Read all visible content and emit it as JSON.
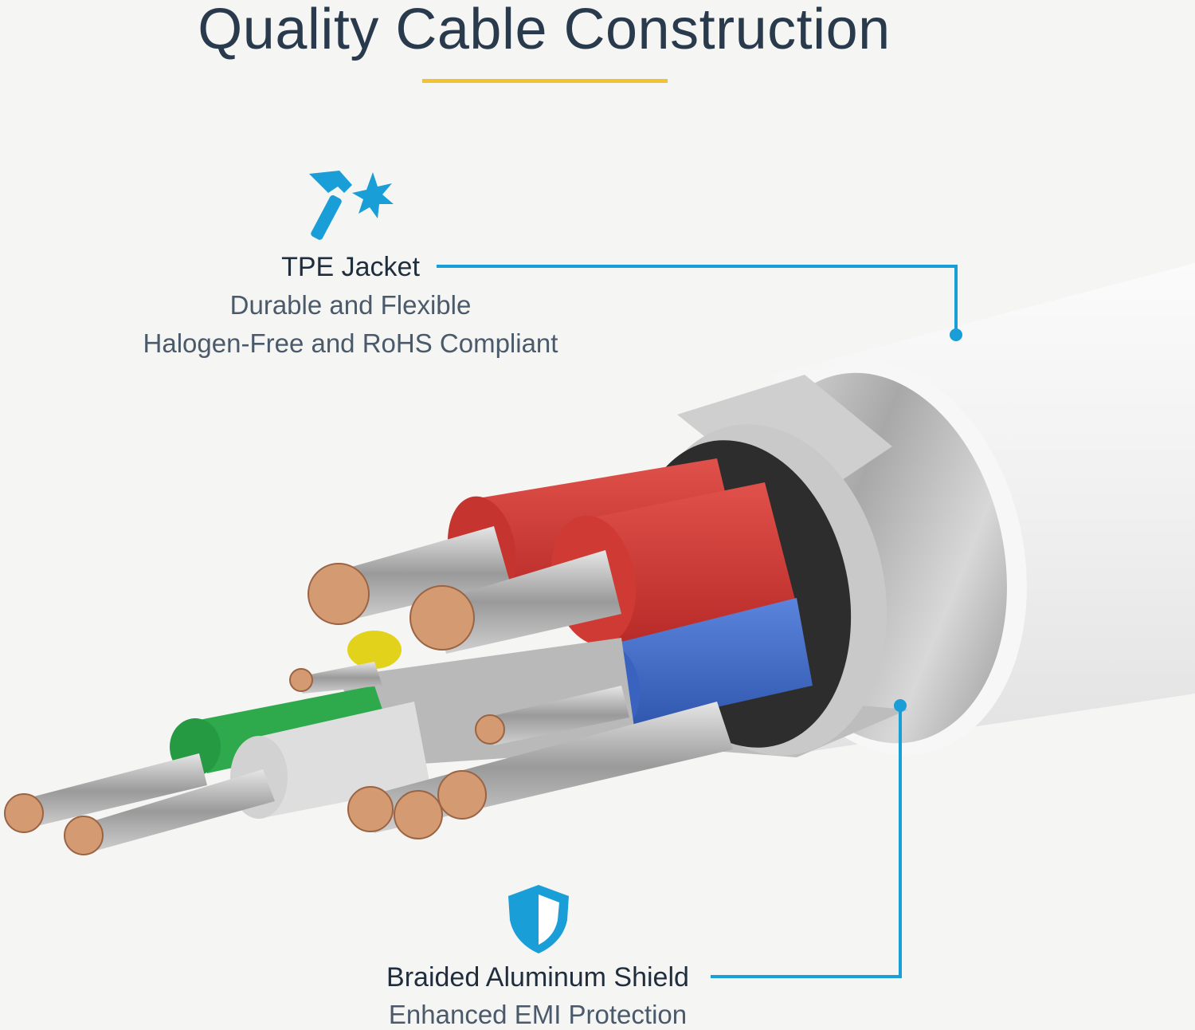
{
  "header": {
    "title": "Quality Cable Construction"
  },
  "callouts": {
    "jacket": {
      "icon": "hammer-star-icon",
      "title": "TPE Jacket",
      "line1": "Durable and Flexible",
      "line2": "Halogen-Free and RoHS Compliant"
    },
    "shield": {
      "icon": "shield-icon",
      "title": "Braided Aluminum Shield",
      "line1": "Enhanced EMI Protection"
    }
  },
  "colors": {
    "accent": "#1a9ed8",
    "underline": "#f1c232",
    "conductor_red": "#d93a36",
    "conductor_blue": "#3f6bc9",
    "conductor_green": "#2eaa4c",
    "conductor_yellow": "#e6d21a",
    "conductor_white": "#e3e3e3",
    "copper": "#d49a72",
    "jacket": "#f2f2f2",
    "braid": "#b8b8b8"
  }
}
